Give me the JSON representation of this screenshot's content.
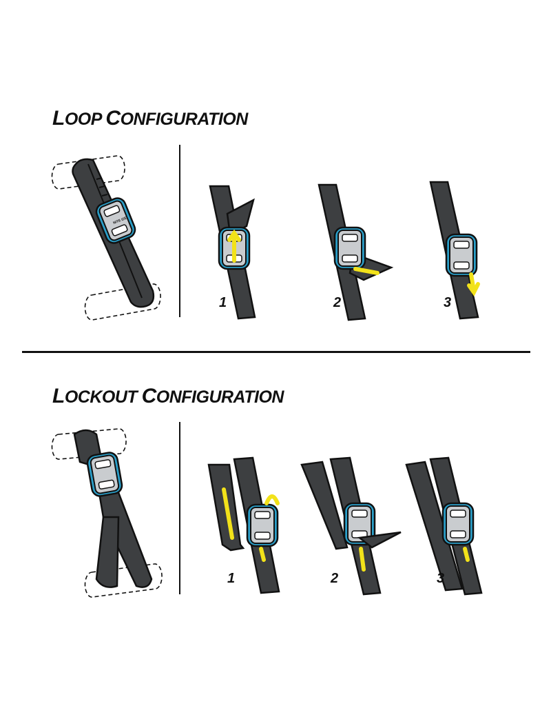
{
  "sections": [
    {
      "id": "loop",
      "title_parts": [
        "L",
        "OOP ",
        "C",
        "ONFIGURATION"
      ],
      "steps": [
        "1",
        "2",
        "3"
      ]
    },
    {
      "id": "lockout",
      "title_parts": [
        "L",
        "OCKOUT ",
        "C",
        "ONFIGURATION"
      ],
      "steps": [
        "1",
        "2",
        "3"
      ]
    }
  ],
  "buckle_logo": "NITE IZE",
  "colors": {
    "strap": "#3d3f41",
    "strap_dark": "#2b2c2e",
    "outline": "#111111",
    "buckle_blue": "#2a9fc9",
    "buckle_metal": "#c9cccf",
    "arrow_yellow": "#f2e21a",
    "background": "#ffffff"
  }
}
